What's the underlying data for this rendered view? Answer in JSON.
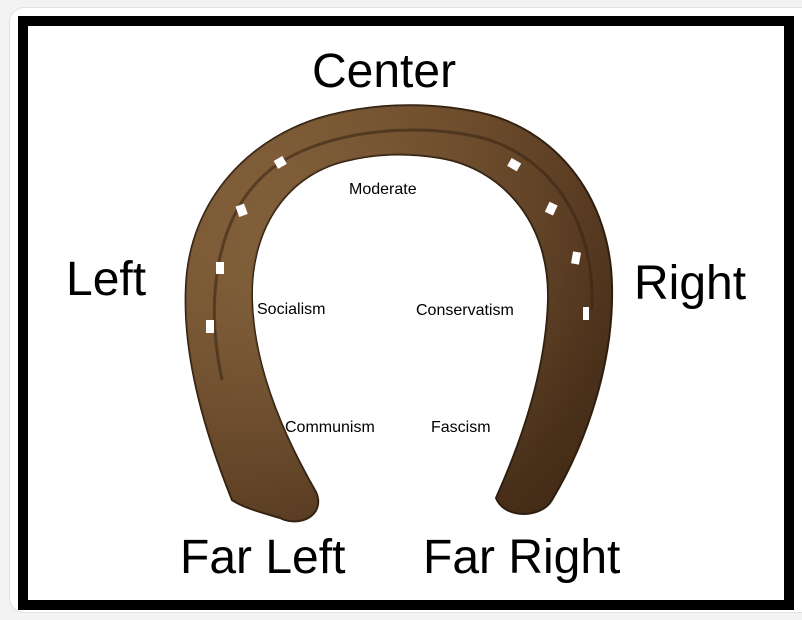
{
  "diagram": {
    "labels": {
      "center": "Center",
      "left": "Left",
      "right": "Right",
      "far_left": "Far Left",
      "far_right": "Far Right"
    },
    "inner_labels": {
      "moderate": "Moderate",
      "socialism": "Socialism",
      "conservatism": "Conservatism",
      "communism": "Communism",
      "fascism": "Fascism"
    }
  },
  "colors": {
    "frame": "#000000",
    "background": "#ffffff",
    "horseshoe_base": "#5e3f23",
    "horseshoe_highlight": "#8a6a45",
    "horseshoe_shadow": "#3b2614",
    "nail_hole": "#ffffff"
  },
  "icons": {
    "horseshoe": "horseshoe-icon"
  }
}
